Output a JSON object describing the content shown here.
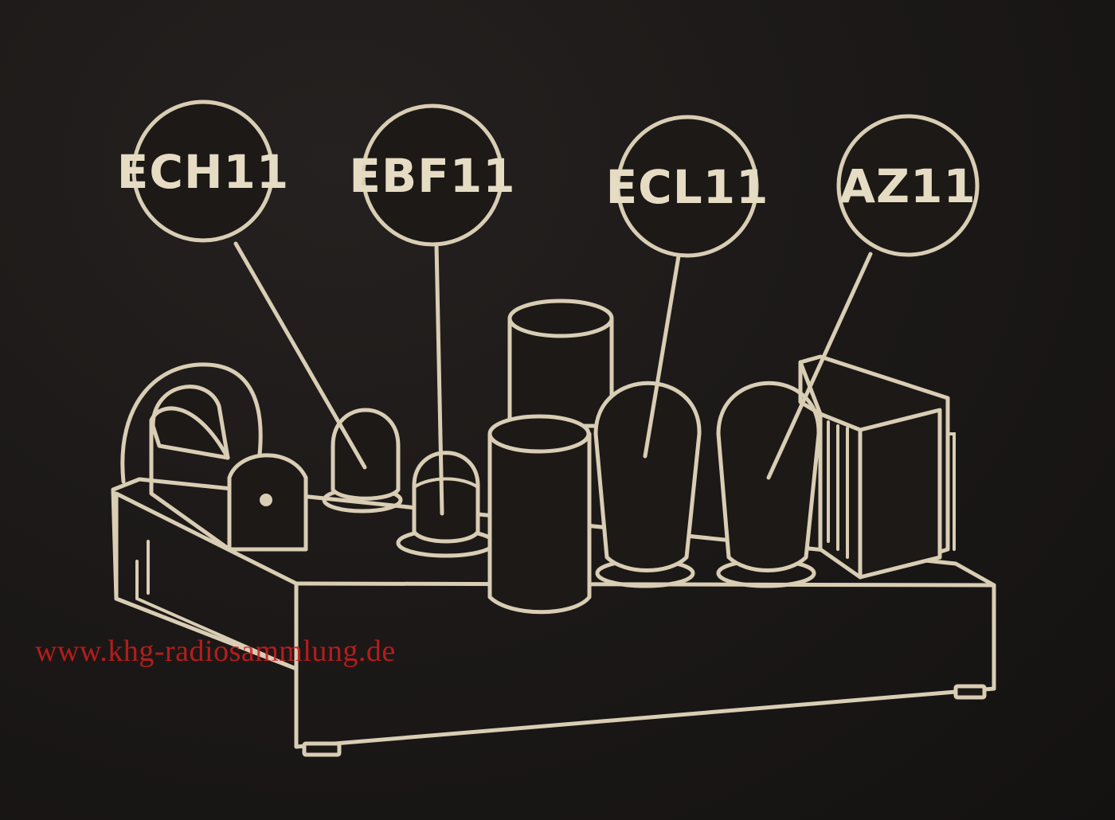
{
  "diagram": {
    "tubes": [
      {
        "id": "ech11",
        "label": "ECH11"
      },
      {
        "id": "ebf11",
        "label": "EBF11"
      },
      {
        "id": "ecl11",
        "label": "ECL11"
      },
      {
        "id": "az11",
        "label": "AZ11"
      }
    ],
    "ink_color": "#d9cdb4",
    "background_color": "#1c1917"
  },
  "watermark": {
    "text": "www.khg-radiosammlung.de",
    "color": "#d21d1d"
  }
}
